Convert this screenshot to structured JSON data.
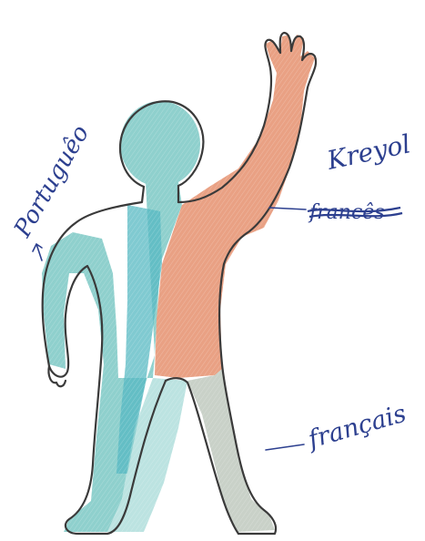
{
  "drawing": {
    "labels": {
      "portuguese": "Portuguêo",
      "kreyol": "Kreyol",
      "crossed_out": "francês",
      "french": "français"
    },
    "colors": {
      "outline": "#3a3a3a",
      "ink": "#2c3f8f",
      "portuguese_fill": "#8fd0cd",
      "portuguese_shade": "#55b8c2",
      "kreyol_fill": "#e9a184",
      "french_fill": "#c9d1c8"
    }
  }
}
